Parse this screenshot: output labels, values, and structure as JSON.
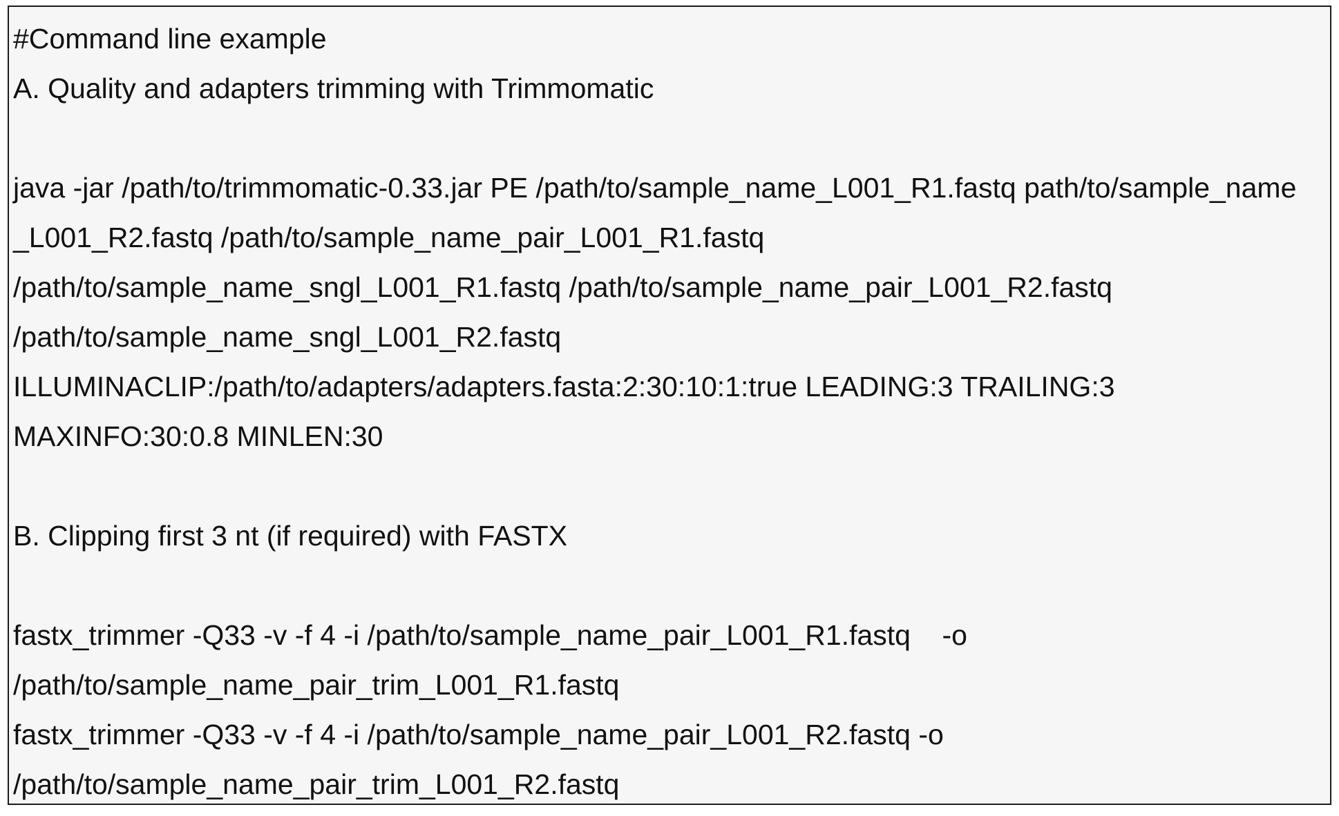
{
  "document": {
    "lines": [
      "#Command line example",
      "A. Quality and adapters trimming with Trimmomatic",
      "",
      "java -jar /path/to/trimmomatic-0.33.jar PE /path/to/sample_name_L001_R1.fastq path/to/sample_name",
      "_L001_R2.fastq /path/to/sample_name_pair_L001_R1.fastq",
      "/path/to/sample_name_sngl_L001_R1.fastq /path/to/sample_name_pair_L001_R2.fastq",
      "/path/to/sample_name_sngl_L001_R2.fastq",
      "ILLUMINACLIP:/path/to/adapters/adapters.fasta:2:30:10:1:true LEADING:3 TRAILING:3",
      "MAXINFO:30:0.8 MINLEN:30",
      "",
      "B. Clipping first 3 nt (if required) with FASTX",
      "",
      "fastx_trimmer -Q33 -v -f 4 -i /path/to/sample_name_pair_L001_R1.fastq    -o",
      "/path/to/sample_name_pair_trim_L001_R1.fastq",
      "fastx_trimmer -Q33 -v -f 4 -i /path/to/sample_name_pair_L001_R2.fastq -o",
      "/path/to/sample_name_pair_trim_L001_R2.fastq"
    ]
  }
}
